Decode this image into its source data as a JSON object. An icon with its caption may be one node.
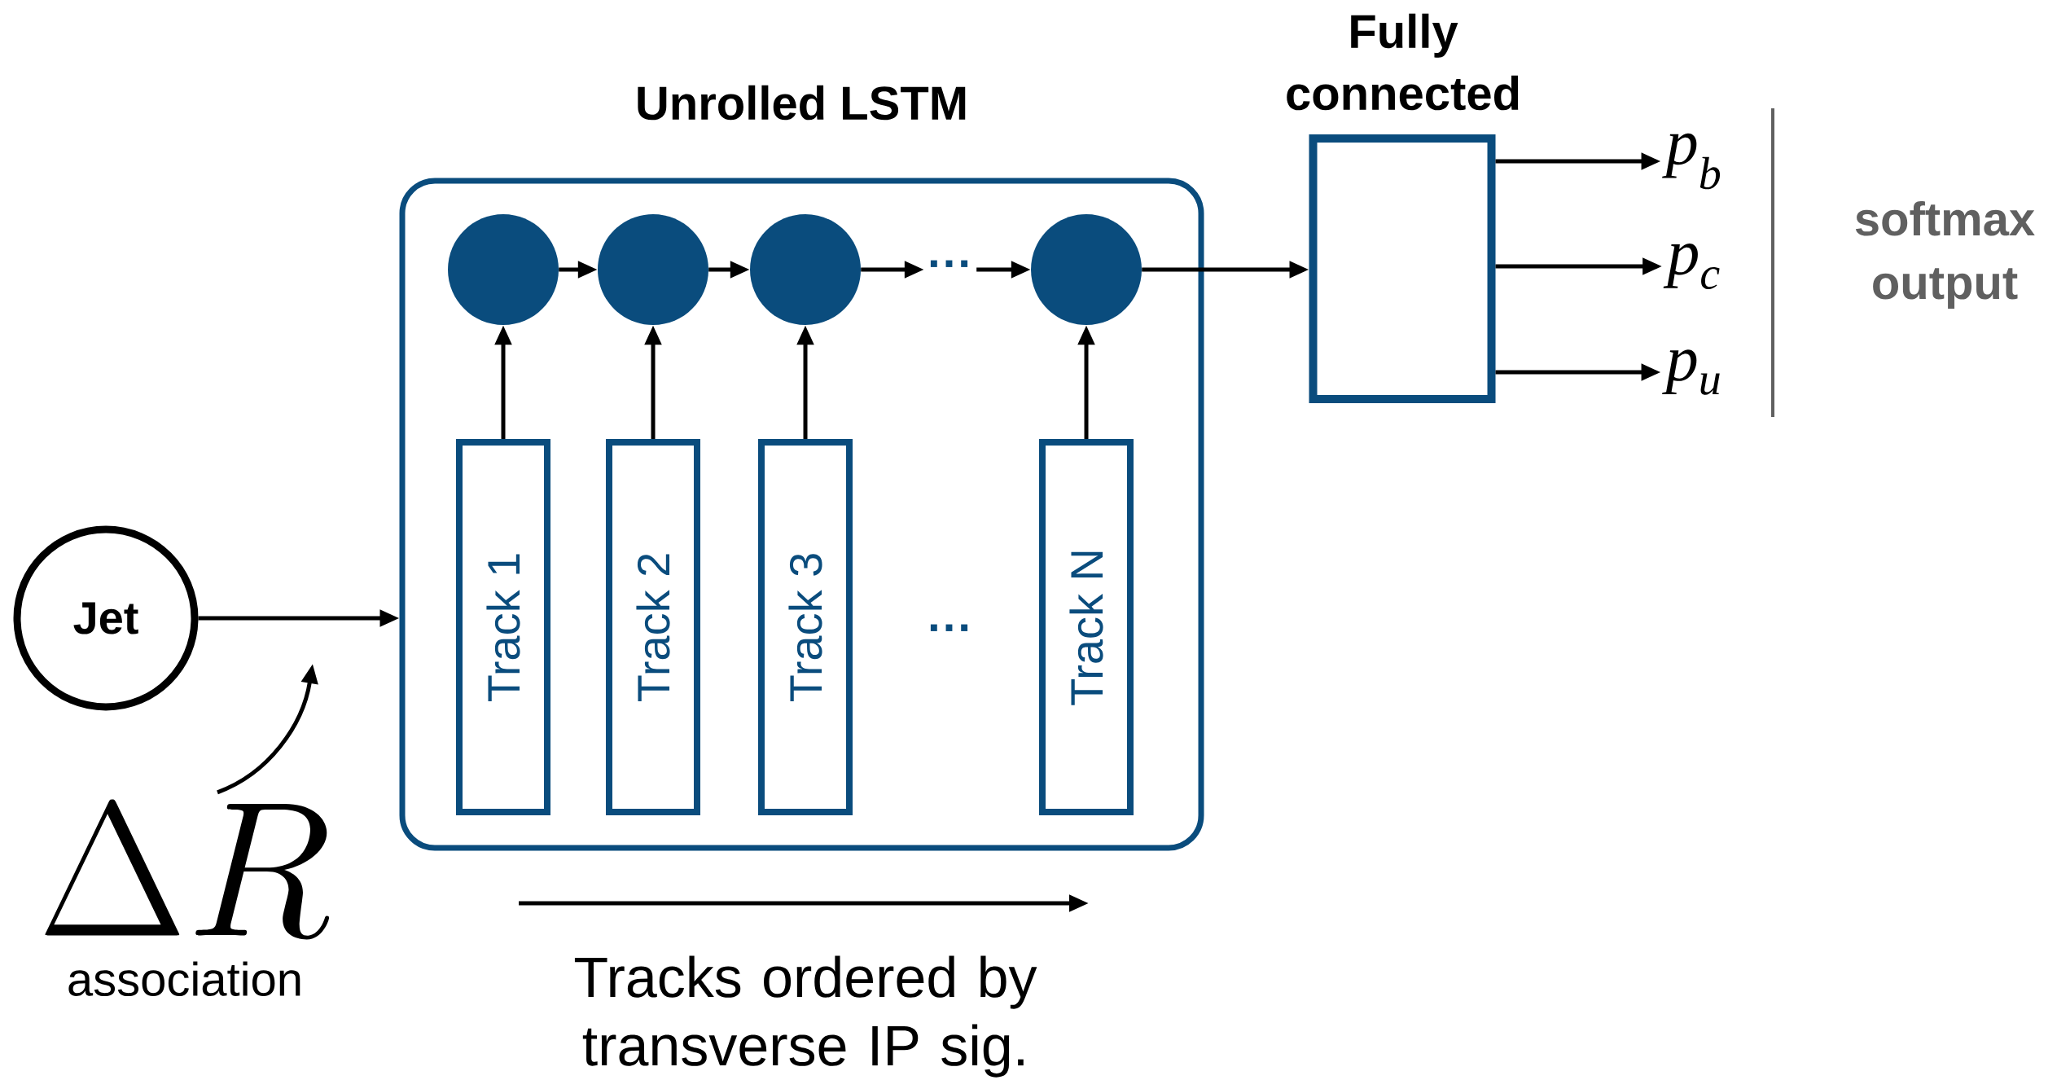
{
  "diagram": {
    "nodes": [
      {
        "text": [
          "Jet"
        ]
      },
      {
        "text": [
          "Unrolled LSTM"
        ]
      },
      {
        "text": [],
        "shape": "circle",
        "in": 1
      },
      {
        "text": [],
        "shape": "circle",
        "in": 1
      },
      {
        "text": [],
        "shape": "circle",
        "in": 1
      },
      {
        "text": [
          "···"
        ],
        "in": 1
      },
      {
        "text": [],
        "shape": "circle",
        "in": 1
      },
      {
        "text": [
          "Track 1"
        ],
        "in": 1
      },
      {
        "text": [
          "Track 2"
        ],
        "in": 1
      },
      {
        "text": [
          "Track 3"
        ],
        "in": 1
      },
      {
        "text": [
          "Track N"
        ],
        "in": 1
      },
      {
        "text": [
          "Fully connected"
        ]
      },
      {
        "text": [
          "p$_{b}$"
        ]
      },
      {
        "text": [
          "p$_{c}$"
        ]
      },
      {
        "text": [
          "p$_{u}$"
        ]
      },
      {
        "text": [
          "\\Delta R",
          "association"
        ]
      }
    ],
    "edges": [
      {
        "from": 0,
        "to": 1,
        "arrow": "to"
      },
      {
        "from": 2,
        "to": 3,
        "arrow": "to"
      },
      {
        "from": 3,
        "to": 4,
        "arrow": "to"
      },
      {
        "from": 4,
        "to": 5,
        "arrow": "to"
      },
      {
        "from": 5,
        "to": 6,
        "arrow": "to"
      },
      {
        "from": 7,
        "to": 2,
        "arrow": "to"
      },
      {
        "from": 8,
        "to": 3,
        "arrow": "to"
      },
      {
        "from": 9,
        "to": 4,
        "arrow": "to"
      },
      {
        "from": 10,
        "to": 6,
        "arrow": "to"
      },
      {
        "from": 6,
        "to": 11,
        "arrow": "to"
      },
      {
        "from": 11,
        "to": 12,
        "arrow": "to"
      },
      {
        "from": 11,
        "to": 13,
        "arrow": "to"
      },
      {
        "from": 11,
        "to": 14,
        "arrow": "to"
      },
      {
        "from": 15,
        "to": null,
        "arrow": "to"
      }
    ],
    "labels": [
      "···",
      "Tracks ordered by transverse IP sig.",
      "softmax output"
    ]
  }
}
